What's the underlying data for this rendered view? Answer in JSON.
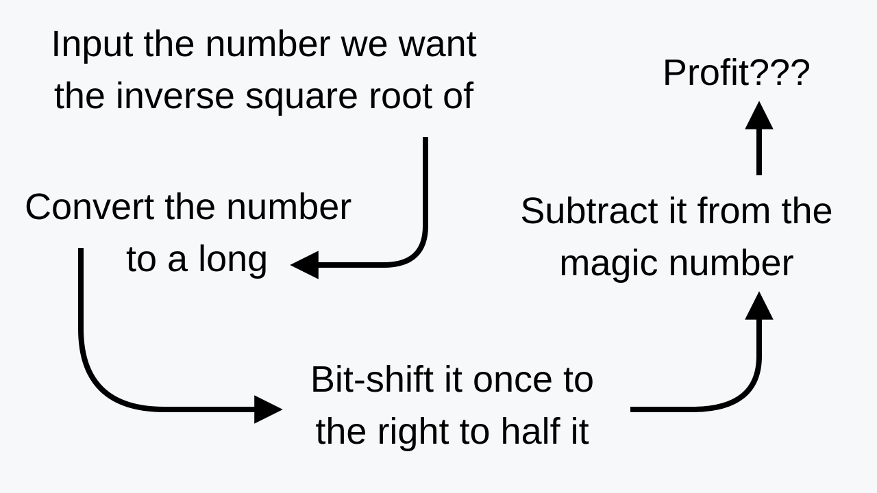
{
  "steps": {
    "input": {
      "line1": "Input the number we want",
      "line2": "the inverse square root of"
    },
    "convert": {
      "line1": "Convert the number",
      "line2": "to a long"
    },
    "shift": {
      "line1": "Bit-shift it once to",
      "line2": "the right to half it"
    },
    "subtract": {
      "line1": "Subtract it from the",
      "line2": "magic number"
    },
    "profit": {
      "line1": "Profit???"
    }
  },
  "colors": {
    "background": "#f7f8fa",
    "text": "#000000",
    "arrow": "#000000"
  }
}
